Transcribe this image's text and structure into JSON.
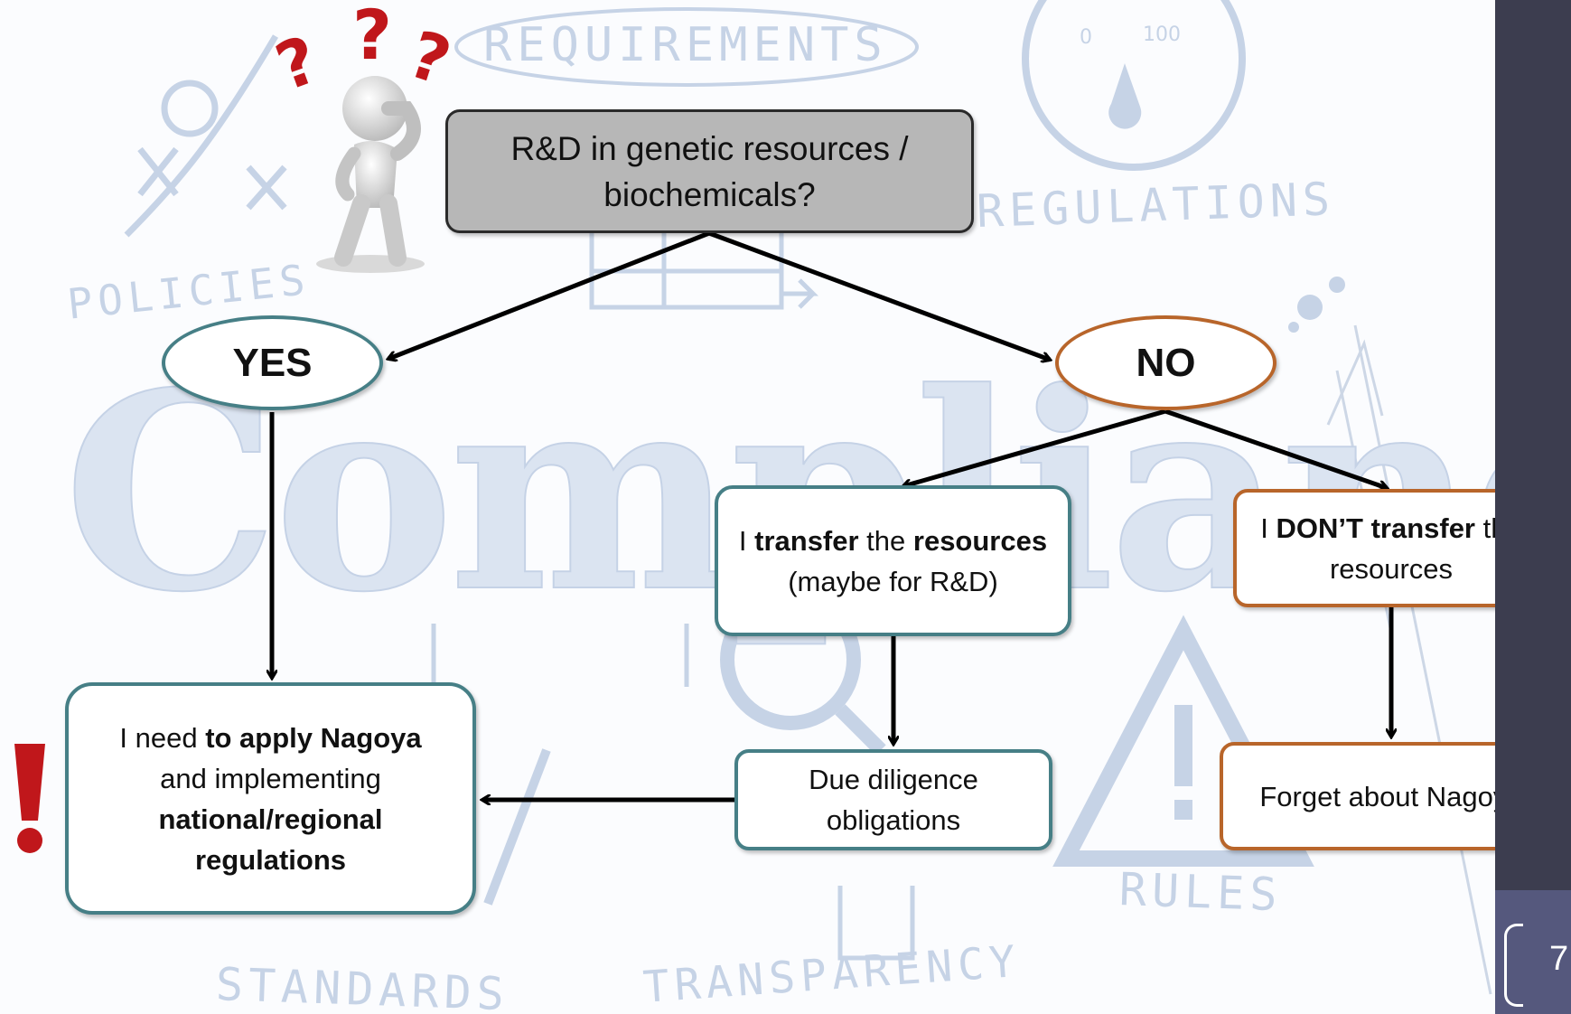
{
  "background": {
    "words": [
      "REQUIREMENTS",
      "REGULATIONS",
      "POLICIES",
      "Compliance",
      "RULES",
      "STANDARDS",
      "TRANSPARENCY"
    ],
    "gauge_labels": [
      "0",
      "100"
    ],
    "gauge_icon": "gauge-icon",
    "warning_icon": "warning-triangle-icon",
    "magnifier_icon": "magnifier-icon",
    "pencil_icon": "pencil-icon"
  },
  "figure": {
    "icon": "thinking-person-icon",
    "question_marks": [
      "?",
      "?",
      "?"
    ],
    "exclamation_icon": "exclamation-icon"
  },
  "flow": {
    "question": "R&D in genetic resources / biochemicals?",
    "yes": "YES",
    "no": "NO",
    "transfer": {
      "p1": "I ",
      "b1": "transfer",
      "p2": " the ",
      "b2": "resources",
      "p3": " (maybe for R&D)"
    },
    "dont_transfer": {
      "p1": "I ",
      "b1": "DON’T transfer",
      "p2": " the resources"
    },
    "apply": {
      "p1": "I need ",
      "b1": "to apply Nagoya",
      "p2": " and implementing ",
      "b2": "national/regional regulations"
    },
    "due_diligence": "Due diligence obligations",
    "forget": "Forget about Nagoya"
  },
  "slide_number": "7",
  "colors": {
    "teal": "#467f86",
    "orange": "#b8652a",
    "question_fill": "#b7b7b7",
    "panel": "#3c3d4f",
    "panel_lower": "#55587d",
    "question_mark_red": "#c0171b",
    "sketch_blue": "#c6d3e6"
  }
}
